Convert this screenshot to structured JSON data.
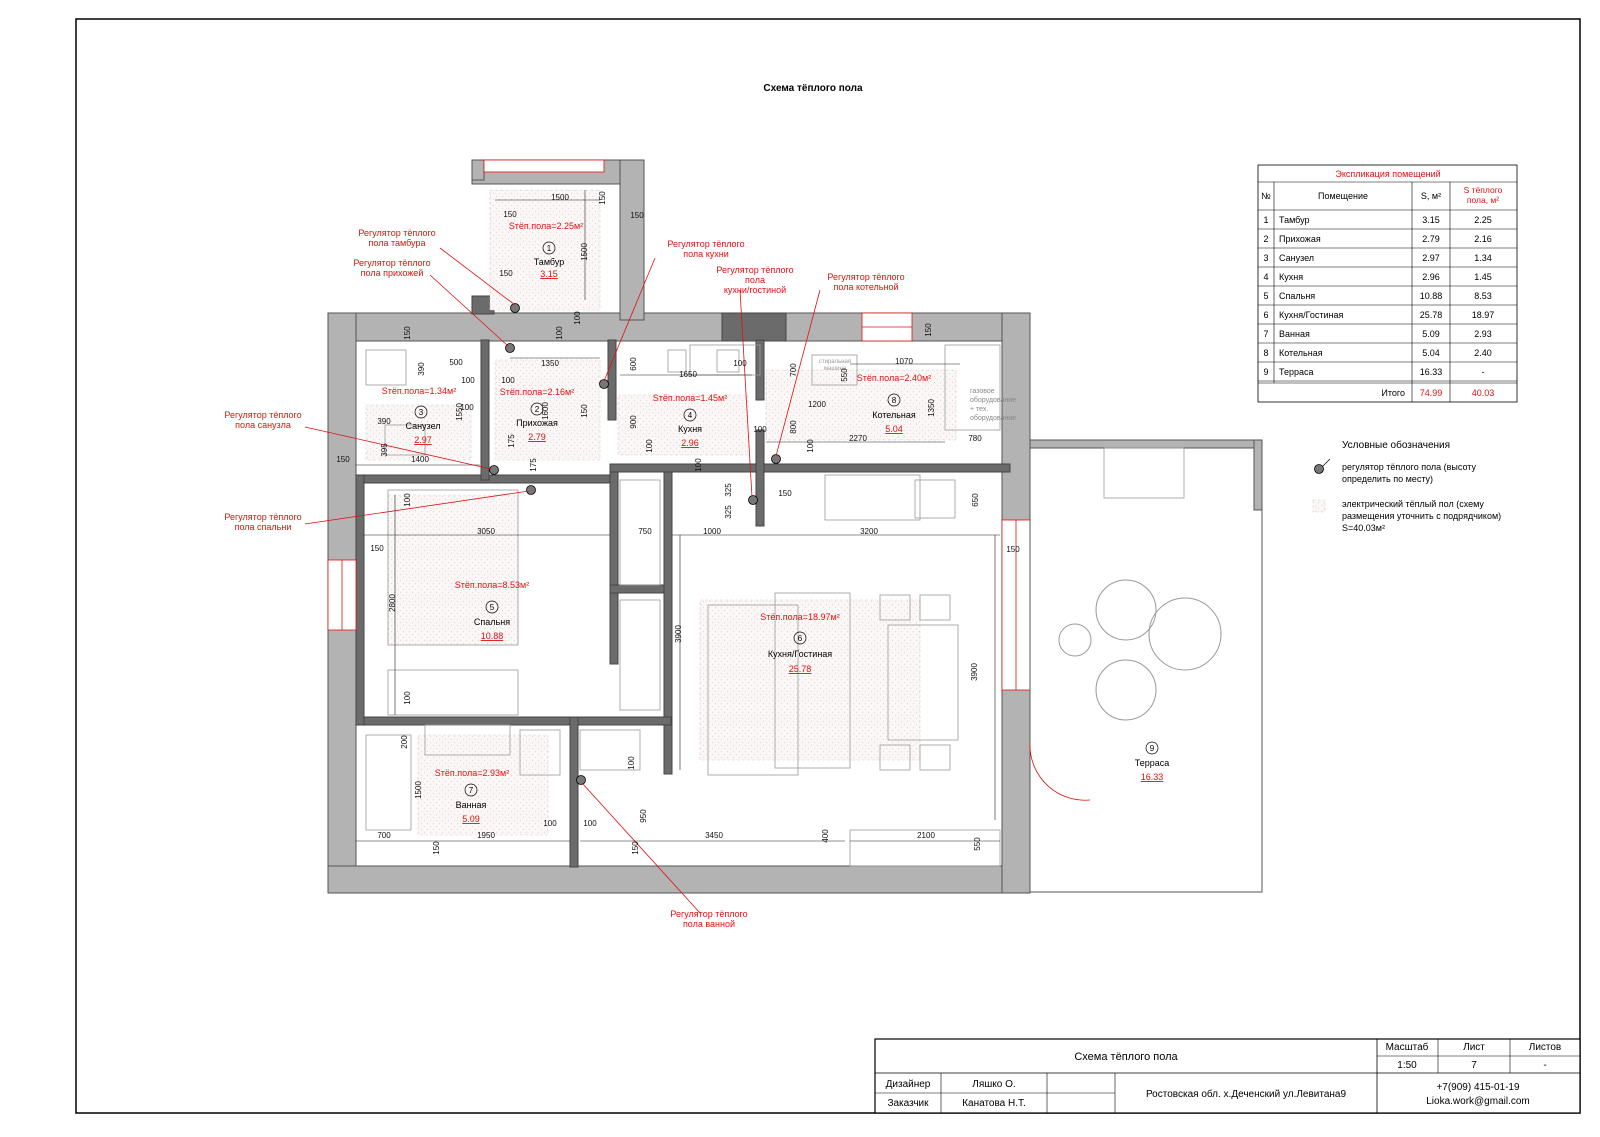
{
  "title": "Схема тёплого пола",
  "rooms": [
    {
      "num": "1",
      "name": "Тамбур",
      "area": "3.15",
      "heated": "Sтёп.пола=2.25м²"
    },
    {
      "num": "2",
      "name": "Прихожая",
      "area": "2.79",
      "heated": "Sтёп.пола=2.16м²"
    },
    {
      "num": "3",
      "name": "Санузел",
      "area": "2.97",
      "heated": "Sтёп.пола=1.34м²"
    },
    {
      "num": "4",
      "name": "Кухня",
      "area": "2.96",
      "heated": "Sтёп.пола=1.45м²"
    },
    {
      "num": "5",
      "name": "Спальня",
      "area": "10.88",
      "heated": "Sтёп.пола=8.53м²"
    },
    {
      "num": "6",
      "name": "Кухня/Гостиная",
      "area": "25.78",
      "heated": "Sтёп.пола=18.97м²"
    },
    {
      "num": "7",
      "name": "Ванная",
      "area": "5.09",
      "heated": "Sтёп.пола=2.93м²"
    },
    {
      "num": "8",
      "name": "Котельная",
      "area": "5.04",
      "heated": "Sтёп.пола=2.40м²"
    },
    {
      "num": "9",
      "name": "Терраса",
      "area": "16.33",
      "heated": ""
    }
  ],
  "regulators": {
    "tambur": "Регулятор тёплого пола тамбура",
    "hall": "Регулятор тёплого пола прихожей",
    "kitchen": "Регулятор тёплого пола кухни",
    "kitchen_living": "Регулятор тёплого пола кухни/гостиной",
    "boiler": "Регулятор тёплого пола котельной",
    "bathroom_wc": "Регулятор тёплого пола санузла",
    "bedroom": "Регулятор тёплого пола спальни",
    "bath": "Регулятор тёплого пола ванной"
  },
  "dimensions": [
    "1500",
    "150",
    "150",
    "1500",
    "150",
    "100",
    "100",
    "150",
    "1350",
    "100",
    "600",
    "1650",
    "100",
    "700",
    "1070",
    "150",
    "390",
    "500",
    "100",
    "550",
    "1600",
    "150",
    "150",
    "1200",
    "1350",
    "800",
    "175",
    "175",
    "2270",
    "780",
    "100",
    "100",
    "100",
    "100",
    "1400",
    "150",
    "395",
    "390",
    "1550",
    "900",
    "100",
    "325",
    "325",
    "150",
    "650",
    "3050",
    "150",
    "100",
    "750",
    "1000",
    "3200",
    "150",
    "2800",
    "3900",
    "3900",
    "100",
    "200",
    "100",
    "1500",
    "950",
    "100",
    "100",
    "700",
    "1950",
    "3450",
    "400",
    "2100",
    "550",
    "150",
    "150"
  ],
  "labels": {
    "boiler_equipment": "газовое оборудование + тех. оборудование",
    "washing_machine": "стиральная машина"
  },
  "explication": {
    "caption": "Экспликация помещений",
    "headers": [
      "№",
      "Помещение",
      "S, м²",
      "S тёплого пола, м²"
    ],
    "rows": [
      [
        "1",
        "Тамбур",
        "3.15",
        "2.25"
      ],
      [
        "2",
        "Прихожая",
        "2.79",
        "2.16"
      ],
      [
        "3",
        "Санузел",
        "2.97",
        "1.34"
      ],
      [
        "4",
        "Кухня",
        "2.96",
        "1.45"
      ],
      [
        "5",
        "Спальня",
        "10.88",
        "8.53"
      ],
      [
        "6",
        "Кухня/Гостиная",
        "25.78",
        "18.97"
      ],
      [
        "7",
        "Ванная",
        "5.09",
        "2.93"
      ],
      [
        "8",
        "Котельная",
        "5.04",
        "2.40"
      ],
      [
        "9",
        "Терраса",
        "16.33",
        "-"
      ]
    ],
    "total_label": "Итого",
    "total_area": "74.99",
    "total_heated": "40.03"
  },
  "legend": {
    "title": "Условные обозначения",
    "regulator": "регулятор тёплого пола (высоту определить по месту)",
    "heated_floor": "электрический тёплый пол (схему размещения уточнить с подрядчиком) S=40.03м²"
  },
  "title_block": {
    "sheet_title": "Схема тёплого пола",
    "scale_label": "Масштаб",
    "sheet_label": "Лист",
    "sheets_label": "Листов",
    "scale": "1:50",
    "sheet": "7",
    "sheets": "-",
    "designer_label": "Дизайнер",
    "designer": "Ляшко О.",
    "customer_label": "Заказчик",
    "customer": "Канатова Н.Т.",
    "address": "Ростовская обл. х.Деченский ул.Левитана9",
    "phone": "+7(909) 415-01-19",
    "email": "Lioka.work@gmail.com"
  },
  "colors": {
    "accent_red": "#e01010",
    "wall": "#b3b3b3",
    "wall_dark": "#6b6b6b"
  }
}
